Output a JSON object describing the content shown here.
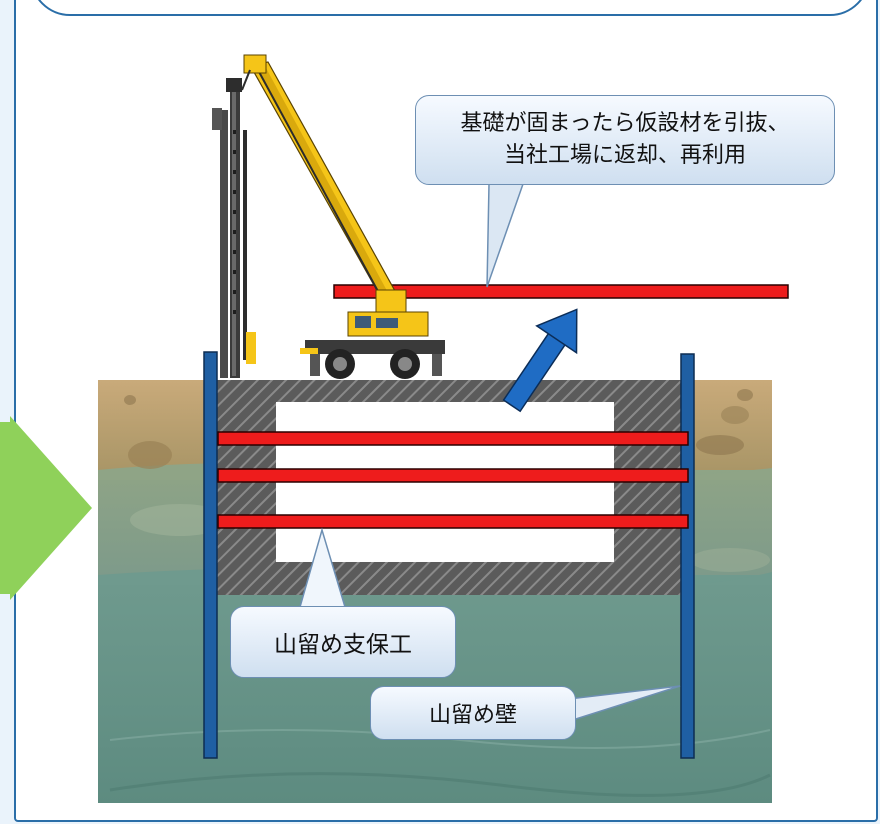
{
  "callouts": {
    "top_line1": "基礎が固まったら仮設材を引抜、",
    "top_line2": "当社工場に返却、再利用",
    "support": "山留め支保工",
    "wall": "山留め壁"
  },
  "colors": {
    "frame_border": "#2a6ea8",
    "steel_beam": "#ee1c1c",
    "retaining_wall": "#1f5fa3",
    "arrow": "#1f6cc4",
    "green_arrow": "#8fd15a",
    "crane_yellow": "#f5c518"
  }
}
